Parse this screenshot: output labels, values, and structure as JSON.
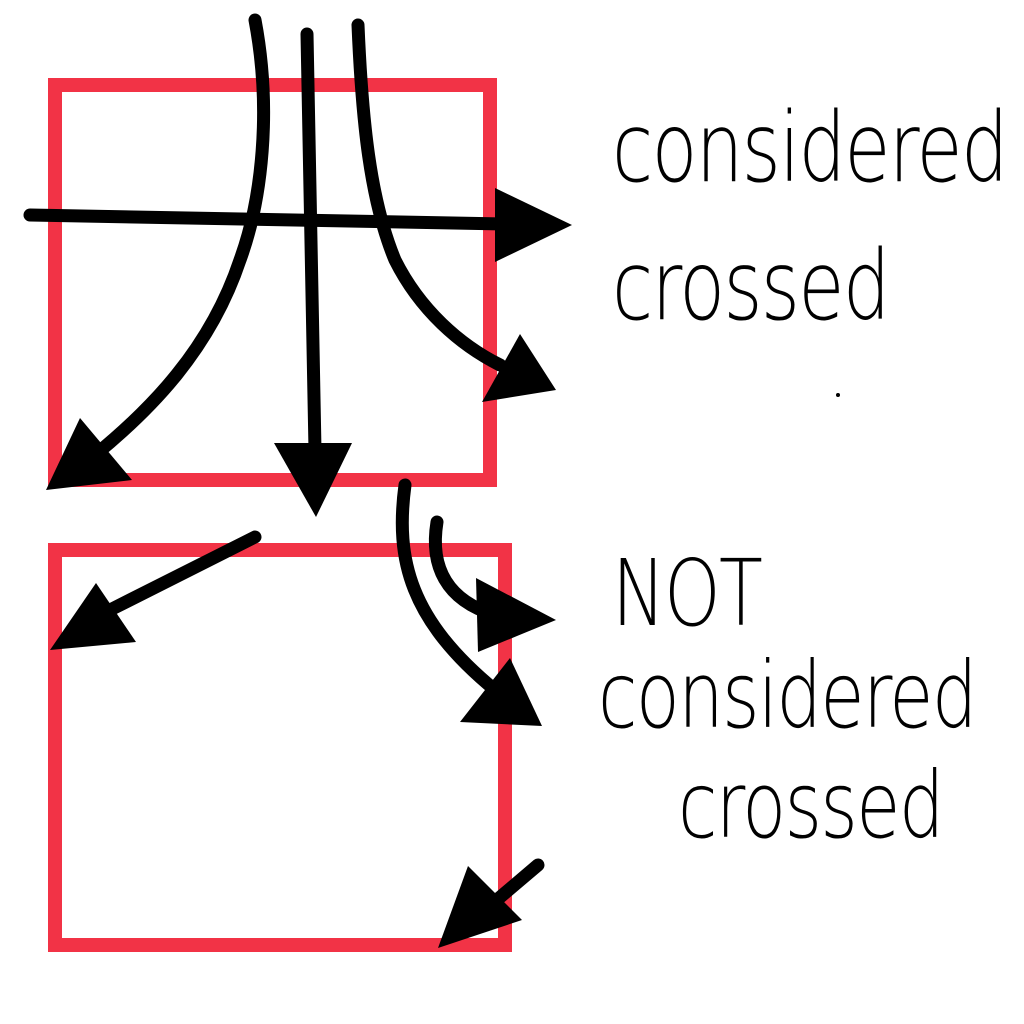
{
  "labels": {
    "top_line1": "considered",
    "top_line2": "crossed",
    "bottom_line1": "NOT",
    "bottom_line2": "considered",
    "bottom_line3": "crossed"
  },
  "colors": {
    "box": "#f23346",
    "arrow": "#000000",
    "background": "#ffffff"
  }
}
